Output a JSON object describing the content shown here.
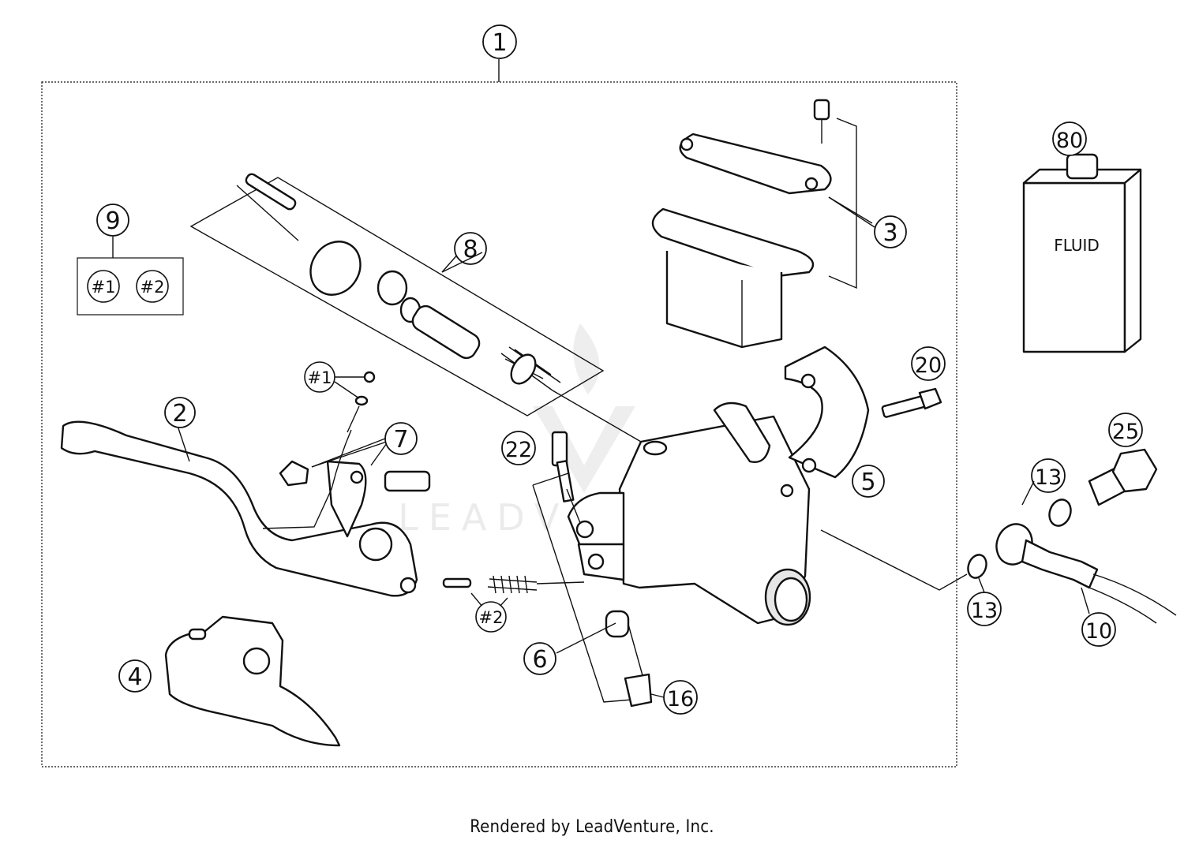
{
  "callouts": [
    {
      "id": "c1",
      "label": "1"
    },
    {
      "id": "c2",
      "label": "2"
    },
    {
      "id": "c3",
      "label": "3"
    },
    {
      "id": "c4",
      "label": "4"
    },
    {
      "id": "c5",
      "label": "5"
    },
    {
      "id": "c6",
      "label": "6"
    },
    {
      "id": "c7",
      "label": "7"
    },
    {
      "id": "c8",
      "label": "8"
    },
    {
      "id": "c9",
      "label": "9"
    },
    {
      "id": "c10",
      "label": "10"
    },
    {
      "id": "c13a",
      "label": "13"
    },
    {
      "id": "c13b",
      "label": "13"
    },
    {
      "id": "c16",
      "label": "16"
    },
    {
      "id": "c20",
      "label": "20"
    },
    {
      "id": "c22",
      "label": "22"
    },
    {
      "id": "c25",
      "label": "25"
    },
    {
      "id": "c80",
      "label": "80"
    }
  ],
  "sub_refs": {
    "kit9_ref1": "#1",
    "kit9_ref2": "#2",
    "ref1": "#1",
    "ref2": "#2"
  },
  "bottle_label": "FLUID",
  "watermark": "LEADVENTURE",
  "footer": "Rendered by LeadVenture, Inc."
}
